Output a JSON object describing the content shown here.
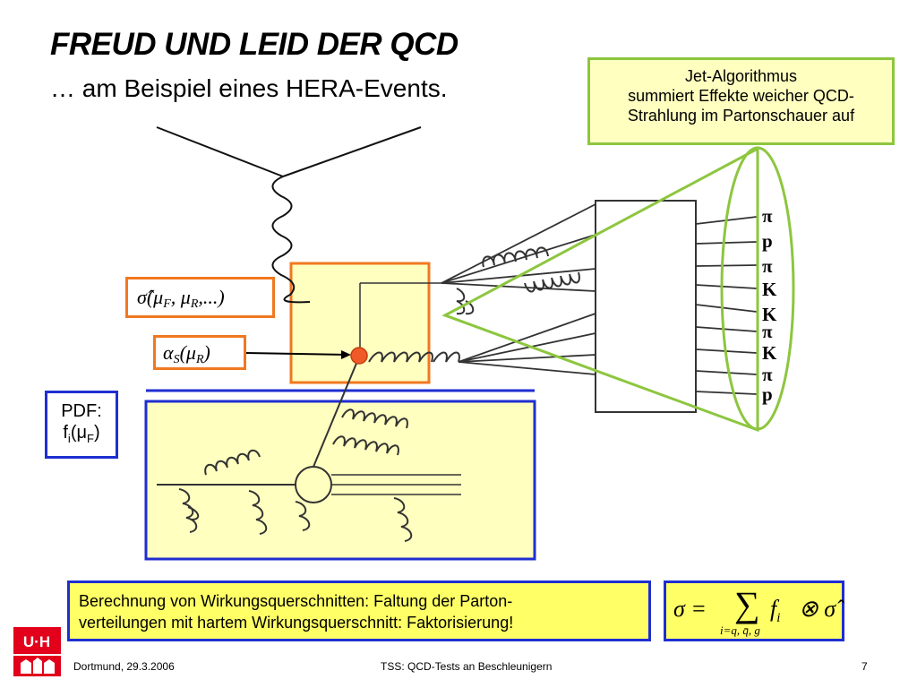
{
  "title": "FREUD UND LEID DER QCD",
  "subtitle": "… am Beispiel eines HERA-Events.",
  "jet_box": {
    "line1": "Jet-Algorithmus",
    "line2": "summiert Effekte weicher QCD-",
    "line3": "Strahlung im Partonschauer auf"
  },
  "pdf_box": {
    "label": "PDF:",
    "f": "f",
    "i": "i",
    "mu": "μ",
    "F": "F"
  },
  "sigma_label": {
    "sym": "σ̂(μ",
    "F": "F",
    "mid": ", μ",
    "R": "R",
    "end": ",...)"
  },
  "alpha_label": {
    "sym": "α",
    "S": "S",
    "mid": "(μ",
    "R": "R",
    "end": ")"
  },
  "hadrons": [
    "π",
    "p",
    "π",
    "K",
    "K",
    "π",
    "K",
    "π",
    "p"
  ],
  "factorization_text": {
    "line1": "Berechnung von Wirkungsquerschnitten: Faltung der Parton-",
    "line2": "verteilungen mit hartem Wirkungsquerschnitt: Faktorisierung!"
  },
  "formula": {
    "lhs": "σ =",
    "sum": "∑",
    "term": "f",
    "i": "i",
    "op": "⊗ σ̂",
    "limits": "i=q, q̄, g"
  },
  "footer": {
    "left": "Dortmund, 29.3.2006",
    "center": "TSS: QCD-Tests an Beschleunigern",
    "page": "7"
  },
  "logo": {
    "text": "U·H"
  },
  "colors": {
    "accent_green": "#8dc63f",
    "box_blue": "#1f2ed1",
    "box_orange": "#f07820",
    "pale_yellow": "#ffffc0",
    "vertex": "#f05a28"
  }
}
